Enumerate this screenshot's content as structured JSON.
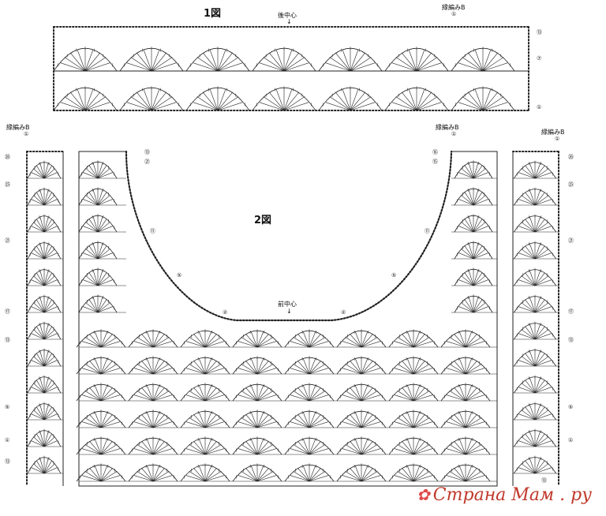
{
  "figure1": {
    "title": "1図",
    "back_center": "後中心",
    "edge_label": "縁編みB",
    "edge_mark": "①",
    "row_labels": [
      "⑬",
      "⑦",
      "①"
    ]
  },
  "figure2": {
    "title": "2図",
    "front_center": "前中心",
    "edge_labels": [
      "縁編みB",
      "縁編みB",
      "縁編みB"
    ],
    "edge_mark": "①",
    "left_rows": [
      "㉖",
      "㉕",
      "㉑",
      "⑰",
      "⑬",
      "⑤",
      "①",
      "⑬"
    ],
    "right_rows": [
      "㉖",
      "㉕",
      "㉑",
      "⑰",
      "⑬",
      "⑤",
      "①",
      "⑬"
    ],
    "neck_left": [
      "⑬",
      "㉑",
      "⑪",
      "⑤",
      "②"
    ],
    "neck_right": [
      "⑯",
      "⑮",
      "⑪",
      "⑤",
      "②"
    ]
  },
  "watermark": {
    "text": "Страна Мам . ру",
    "icon": "flower-icon",
    "color": "#c0392b"
  },
  "colors": {
    "line": "#222222",
    "background": "#ffffff"
  }
}
